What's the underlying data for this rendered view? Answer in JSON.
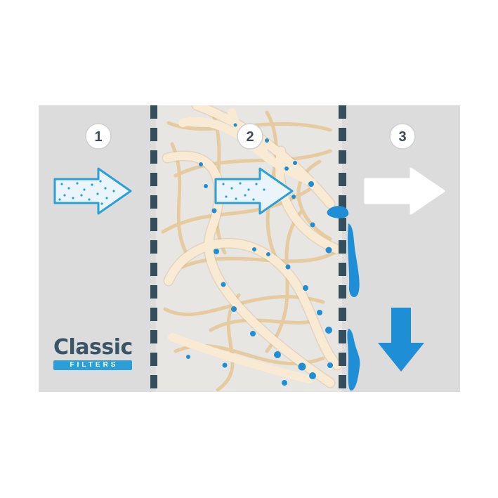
{
  "steps": [
    {
      "number": "1"
    },
    {
      "number": "2"
    },
    {
      "number": "3"
    }
  ],
  "logo": {
    "main": "Classic",
    "sub": "FILTERS"
  },
  "colors": {
    "background": "#dcdcdc",
    "filter_band": "#e6e6e4",
    "mesh": "#344e5c",
    "fiber": "#f4dcb8",
    "fiber_shadow": "#e6bf82",
    "droplet": "#1e8fd6",
    "arrow_fill": "#eaf5fb",
    "arrow_outline": "#2c9fd6",
    "clean_arrow": "#ffffff",
    "drain_arrow": "#1e8fd6"
  },
  "icons": [
    "dirty-air-arrow-icon",
    "filtering-air-arrow-icon",
    "clean-air-arrow-icon",
    "drain-down-arrow-icon"
  ]
}
